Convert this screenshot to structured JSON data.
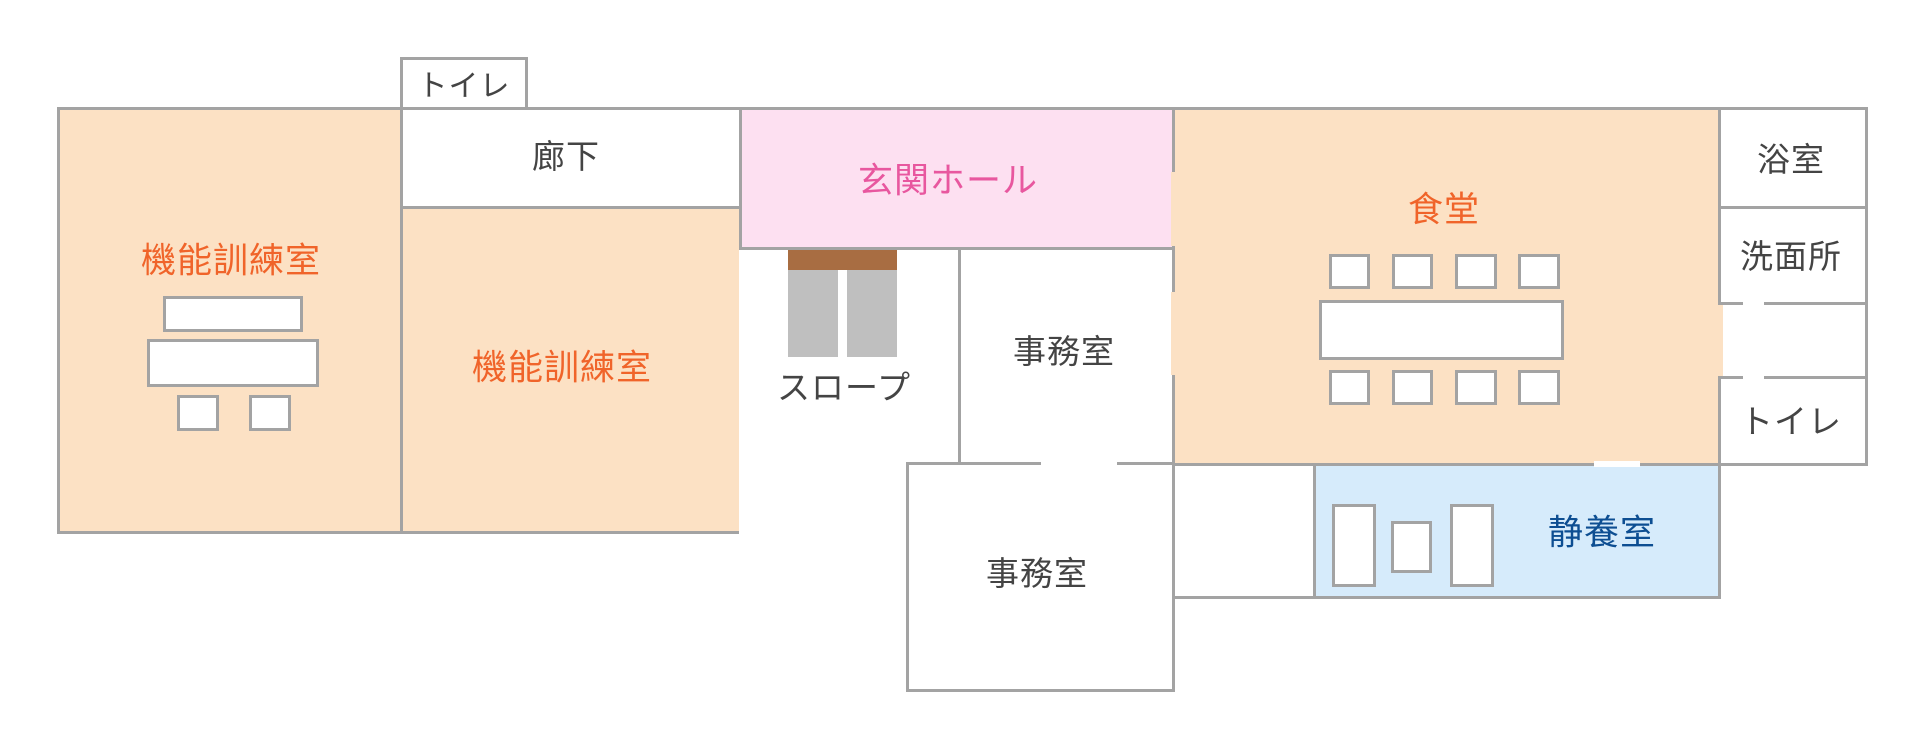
{
  "rooms": {
    "toilet_top": "トイレ",
    "corridor": "廊下",
    "training_room_1": "機能訓練室",
    "training_room_2": "機能訓練室",
    "entrance_hall": "玄関ホール",
    "slope": "スロープ",
    "office_1": "事務室",
    "office_2": "事務室",
    "dining": "食堂",
    "bath": "浴室",
    "washroom": "洗面所",
    "toilet_right": "トイレ",
    "rest_room": "静養室"
  },
  "colors": {
    "wall": "#a3a3a3",
    "training_fill": "#fce1c4",
    "hall_fill": "#fde0f1",
    "rest_fill": "#d6ebfb",
    "orange_text": "#f0642a",
    "pink_text": "#e8579f",
    "blue_text": "#0d4e92",
    "slope_brown": "#a86d42",
    "slope_gray": "#bfbfbf"
  }
}
